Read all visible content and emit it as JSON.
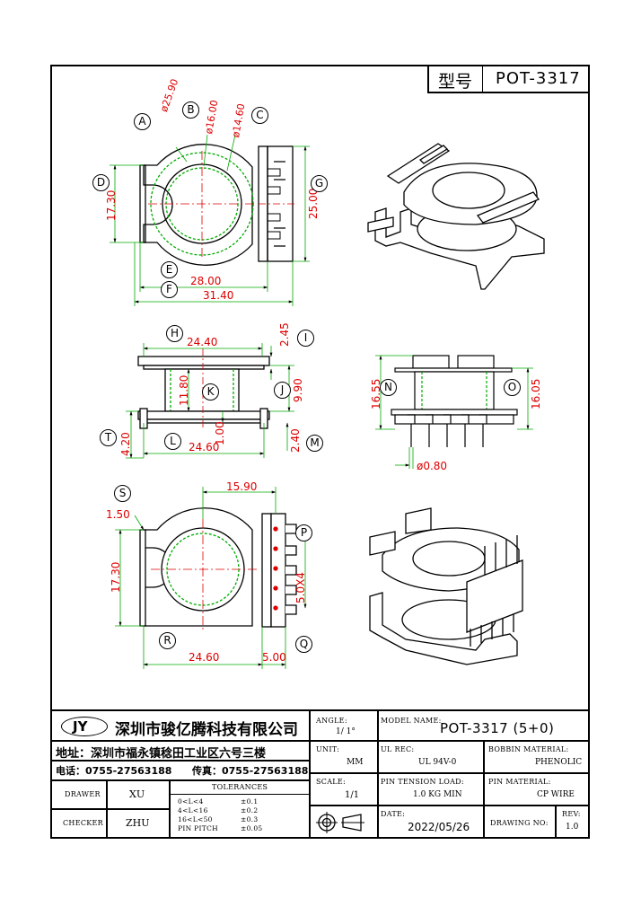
{
  "header": {
    "model_label": "型号",
    "model_value": "POT-3317"
  },
  "dimensions": {
    "top_view": [
      "ø25.90",
      "ø16.00",
      "ø14.60",
      "17.30",
      "25.00",
      "28.00",
      "31.40"
    ],
    "side_view": [
      "24.40",
      "2.45",
      "11.80",
      "9.90",
      "1.00",
      "4.20",
      "2.40",
      "24.60"
    ],
    "pin_view": [
      "16.55",
      "16.05",
      "ø0.80"
    ],
    "bottom_view": [
      "15.90",
      "1.50",
      "17.30",
      "5.0X4",
      "24.60",
      "5.00"
    ]
  },
  "callouts": [
    "A",
    "B",
    "C",
    "D",
    "G",
    "E",
    "F",
    "H",
    "I",
    "K",
    "J",
    "T",
    "L",
    "M",
    "N",
    "O",
    "S",
    "P",
    "R",
    "Q"
  ],
  "title_block": {
    "logo": "JY",
    "company": "深圳市骏亿腾科技有限公司",
    "address": "地址：深圳市福永镇稔田工业区六号三楼",
    "phone": "电话：0755-27563188",
    "fax": "传真：0755-27563188",
    "angle_label": "ANGLE:",
    "angle_value": "1/ 1°",
    "model_name_label": "MODEL NAME:",
    "model_name_value": "POT-3317 (5+0)",
    "unit_label": "UNIT:",
    "unit_value": "MM",
    "ul_label": "UL REC:",
    "ul_value": "UL 94V-0",
    "bobbin_label": "BOBBIN MATERIAL:",
    "bobbin_value": "PHENOLIC",
    "scale_label": "SCALE:",
    "scale_value": "1/1",
    "pin_load_label": "PIN TENSION LOAD:",
    "pin_load_value": "1.0 KG MIN",
    "pin_material_label": "PIN MATERIAL:",
    "pin_material_value": "CP WIRE",
    "drawer_label": "DRAWER",
    "drawer_value": "XU",
    "checker_label": "CHECKER",
    "checker_value": "ZHU",
    "tolerances_label": "TOLERANCES",
    "tolerances": [
      {
        "range": "0<L<4",
        "value": "±0.1"
      },
      {
        "range": "4<L<16",
        "value": "±0.2"
      },
      {
        "range": "16<L<50",
        "value": "±0.3"
      },
      {
        "range": "PIN PITCH",
        "value": "±0.05"
      }
    ],
    "date_label": "DATE:",
    "date_value": "2022/05/26",
    "drawing_no_label": "DRAWING NO:",
    "rev_label": "REV:",
    "rev_value": "1.0"
  }
}
